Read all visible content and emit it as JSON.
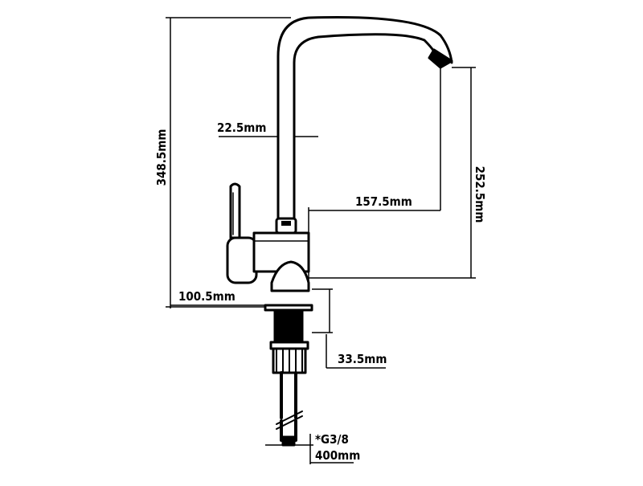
{
  "colors": {
    "line": "#000000",
    "background": "#ffffff"
  },
  "dimensions": {
    "total_height": "348.5mm",
    "spout_diameter": "22.5mm",
    "spout_reach": "157.5mm",
    "spout_height": "252.5mm",
    "body_offset": "100.5mm",
    "shank_height": "33.5mm",
    "thread": "*G3/8",
    "hose_length": "400mm"
  }
}
